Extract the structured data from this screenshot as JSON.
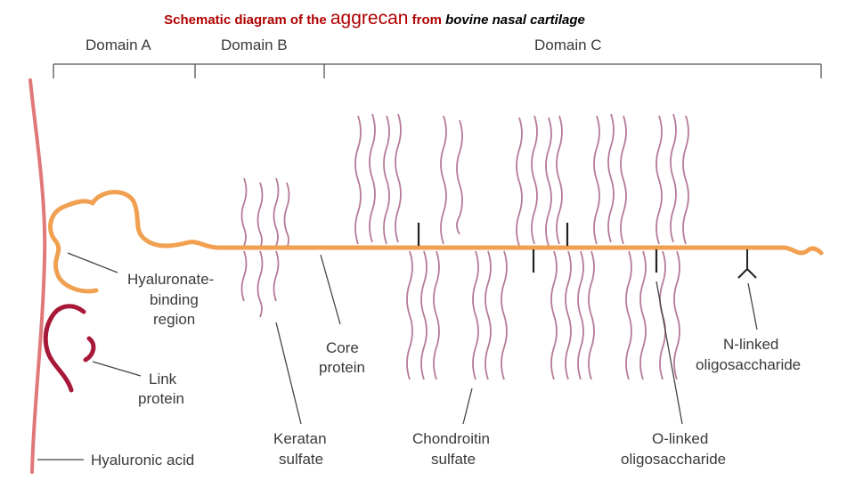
{
  "title": {
    "part1": "Schematic diagram of the ",
    "part2": "aggrecan",
    "part3": " from ",
    "part4": "bovine nasal cartilage"
  },
  "domains": {
    "a": "Domain A",
    "b": "Domain B",
    "c": "Domain C"
  },
  "labels": {
    "hab_1": "Hyaluronate-",
    "hab_2": "binding",
    "hab_3": "region",
    "link_1": "Link",
    "link_2": "protein",
    "ha": "Hyaluronic acid",
    "ks_1": "Keratan",
    "ks_2": "sulfate",
    "core_1": "Core",
    "core_2": "protein",
    "cs_1": "Chondroitin",
    "cs_2": "sulfate",
    "olink_1": "O-linked",
    "olink_2": "oligosaccharide",
    "nlink_1": "N-linked",
    "nlink_2": "oligosaccharide"
  },
  "colors": {
    "title": "#b00000",
    "core_protein": "#f0a050",
    "hyaluronic_acid": "#e0787a",
    "link_protein": "#a81838",
    "chains": "#b57a9a",
    "label_text": "#3a3a3a"
  }
}
